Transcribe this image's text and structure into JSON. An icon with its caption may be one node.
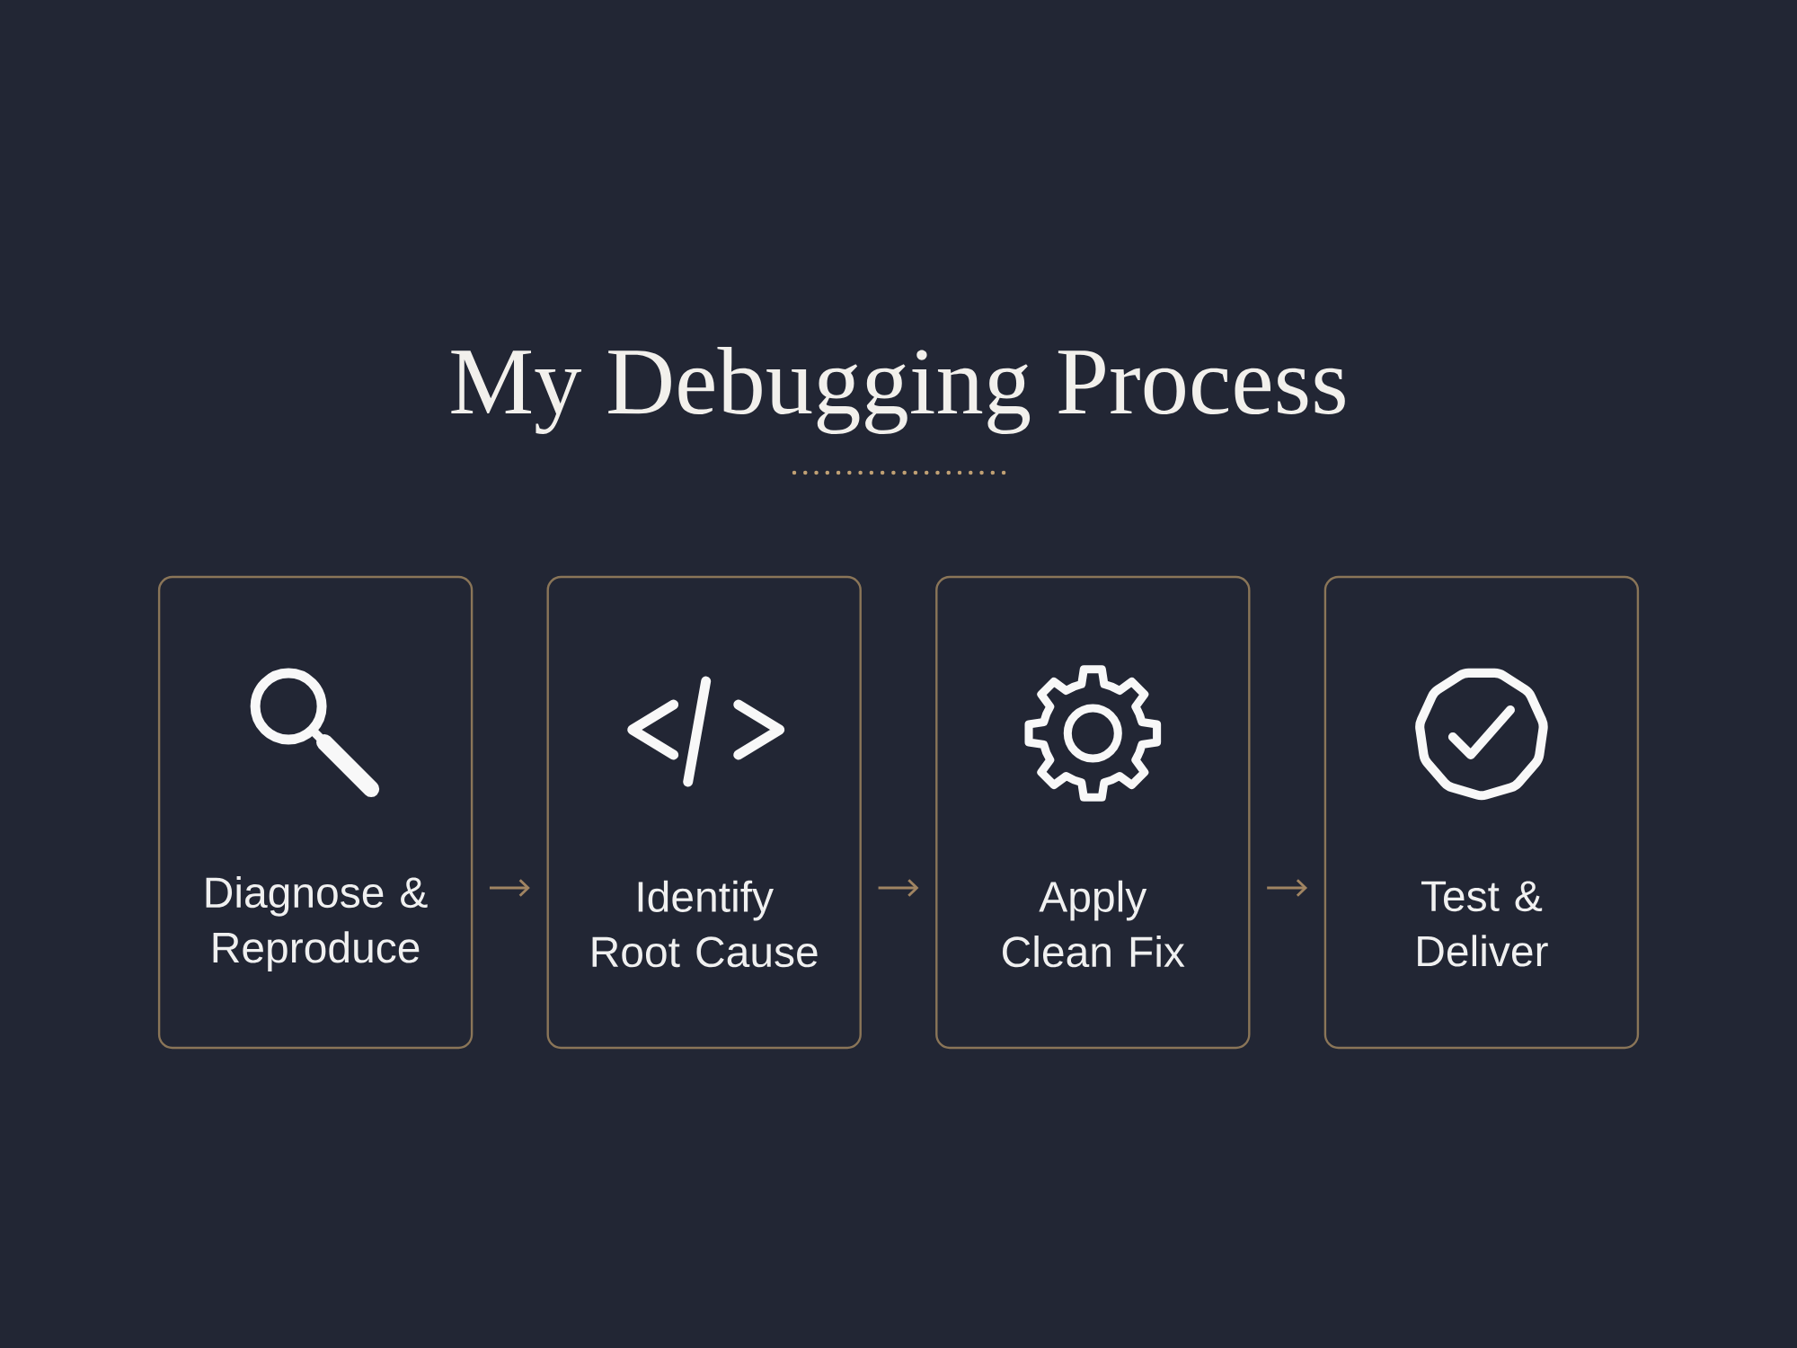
{
  "diagram": {
    "title": "My Debugging Process",
    "nodes": [
      {
        "text": [
          "Diagnose & Reproduce"
        ]
      },
      {
        "text": [
          "Identify Root Cause"
        ]
      },
      {
        "text": [
          "Apply Clean Fix"
        ]
      },
      {
        "text": [
          "Test & Deliver"
        ]
      }
    ],
    "edges": [
      {
        "from": 0,
        "to": 1,
        "arrow": "to"
      },
      {
        "from": 1,
        "to": 2,
        "arrow": "to"
      },
      {
        "from": 2,
        "to": 3,
        "arrow": "to"
      }
    ]
  }
}
